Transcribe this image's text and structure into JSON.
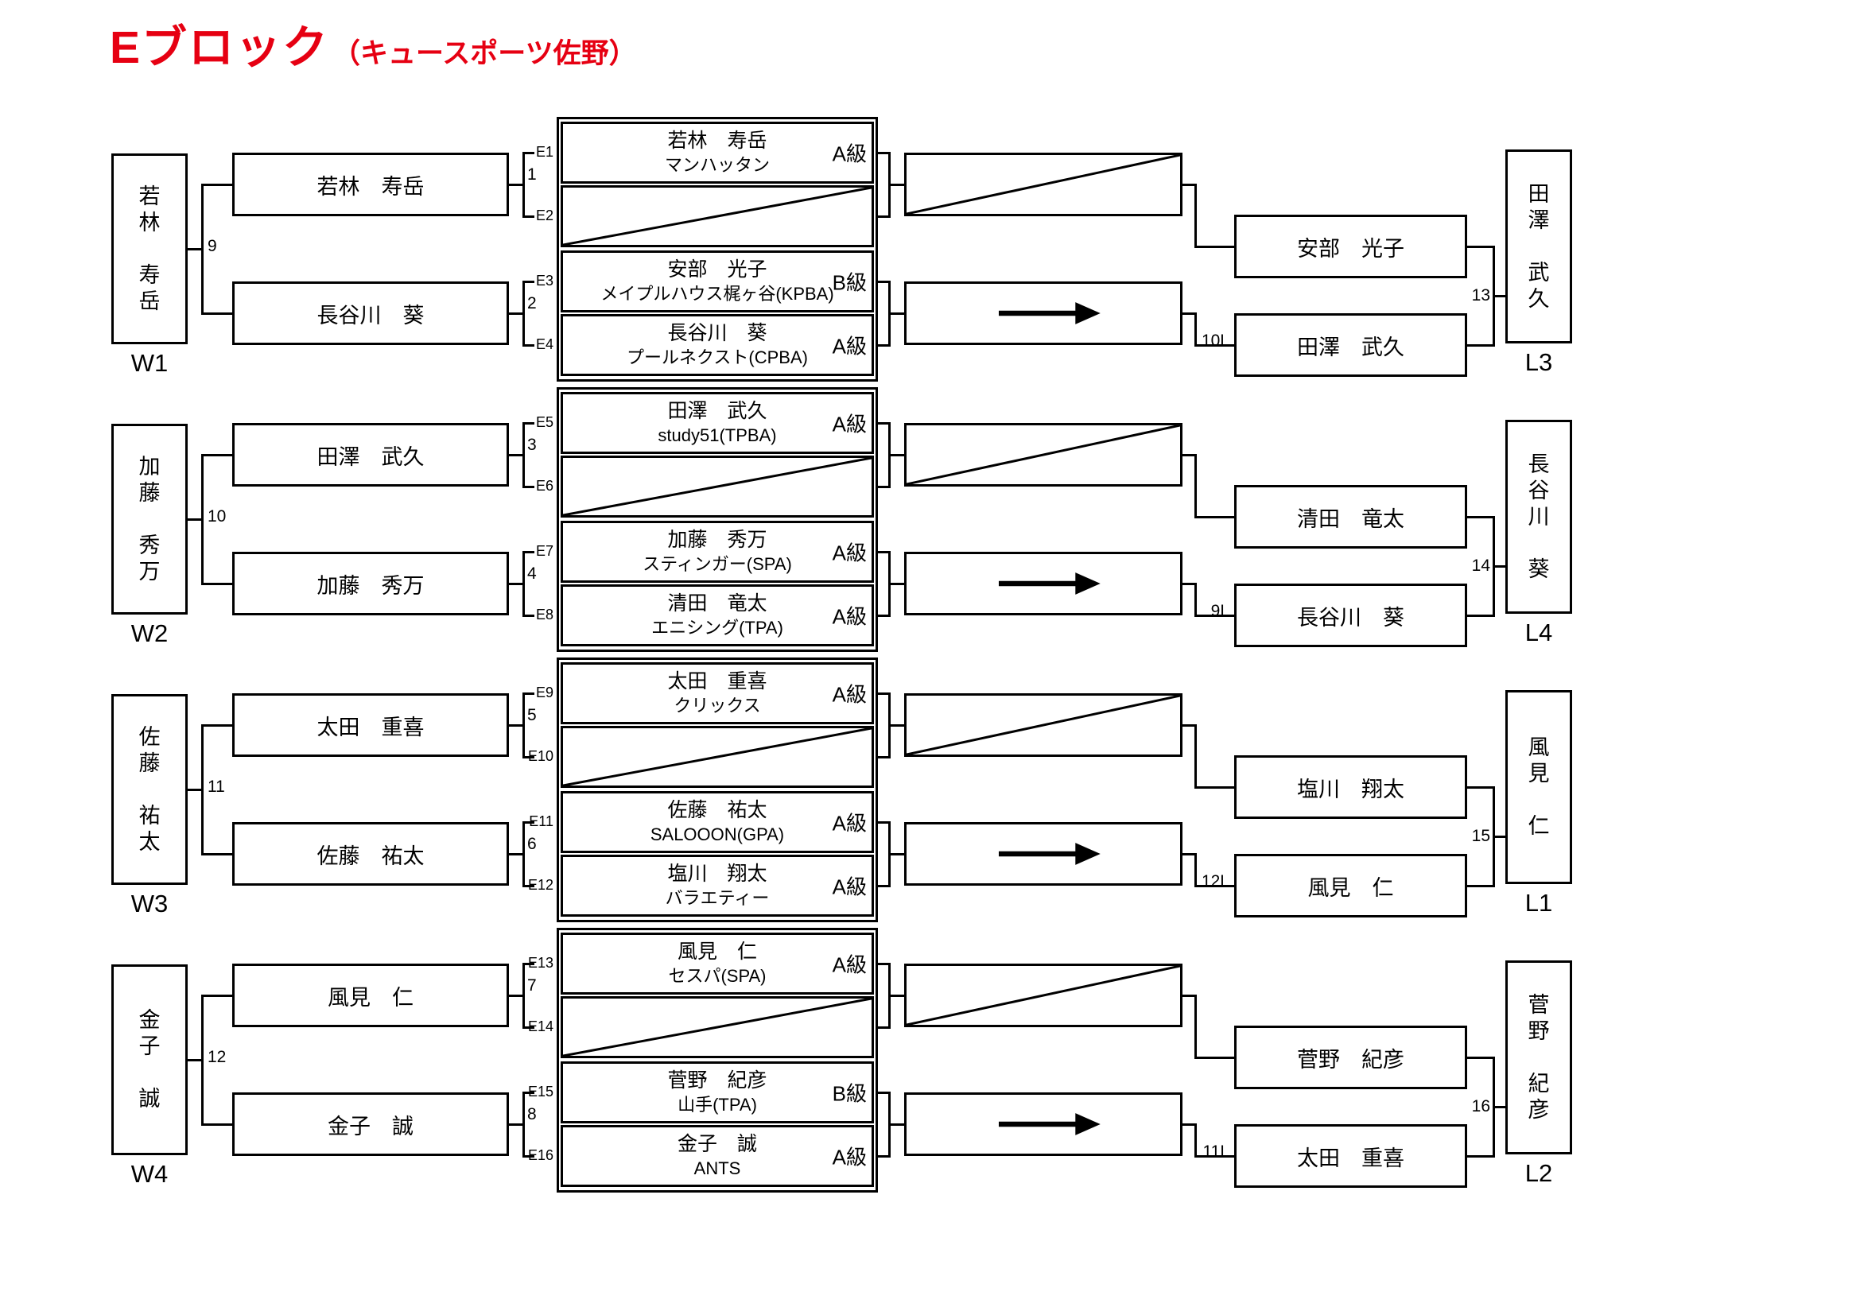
{
  "accent_color": "#e60012",
  "title": {
    "block": "Eブロック",
    "venue": "（キュースポーツ佐野）"
  },
  "sections": [
    {
      "w_name": "若\n林\n\n寿\n岳",
      "w_label": "W1",
      "match_left": "9",
      "f1_name": "若林　寿岳",
      "f1_no": "1",
      "f2_name": "長谷川　葵",
      "f2_no": "2",
      "e1": {
        "id": "E1",
        "name": "若林　寿岳",
        "club": "マンハッタン",
        "rank": "A級"
      },
      "e2": {
        "id": "E2"
      },
      "e3": {
        "id": "E3",
        "name": "安部　光子",
        "club": "メイプルハウス梶ヶ谷(KPBA)",
        "rank": "B級"
      },
      "e4": {
        "id": "E4",
        "name": "長谷川　葵",
        "club": "プールネクスト(CPBA)",
        "rank": "A級"
      },
      "r_top": "安部　光子",
      "r_bottom": "田澤　武久",
      "r_bottom_label": "10L",
      "match_right": "13",
      "l_name": "田\n澤\n\n武\n久",
      "l_label": "L3"
    },
    {
      "w_name": "加\n藤\n\n秀\n万",
      "w_label": "W2",
      "match_left": "10",
      "f1_name": "田澤　武久",
      "f1_no": "3",
      "f2_name": "加藤　秀万",
      "f2_no": "4",
      "e1": {
        "id": "E5",
        "name": "田澤　武久",
        "club": "study51(TPBA)",
        "rank": "A級"
      },
      "e2": {
        "id": "E6"
      },
      "e3": {
        "id": "E7",
        "name": "加藤　秀万",
        "club": "スティンガー(SPA)",
        "rank": "A級"
      },
      "e4": {
        "id": "E8",
        "name": "清田　竜太",
        "club": "エニシング(TPA)",
        "rank": "A級"
      },
      "r_top": "清田　竜太",
      "r_bottom": "長谷川　葵",
      "r_bottom_label": "9L",
      "match_right": "14",
      "l_name": "長\n谷\n川\n\n葵",
      "l_label": "L4"
    },
    {
      "w_name": "佐\n藤\n\n祐\n太",
      "w_label": "W3",
      "match_left": "11",
      "f1_name": "太田　重喜",
      "f1_no": "5",
      "f2_name": "佐藤　祐太",
      "f2_no": "6",
      "e1": {
        "id": "E9",
        "name": "太田　重喜",
        "club": "クリックス",
        "rank": "A級"
      },
      "e2": {
        "id": "E10"
      },
      "e3": {
        "id": "E11",
        "name": "佐藤　祐太",
        "club": "SALOOON(GPA)",
        "rank": "A級"
      },
      "e4": {
        "id": "E12",
        "name": "塩川　翔太",
        "club": "バラエティー",
        "rank": "A級"
      },
      "r_top": "塩川　翔太",
      "r_bottom": "風見　仁",
      "r_bottom_label": "12L",
      "match_right": "15",
      "l_name": "風\n見\n\n仁",
      "l_label": "L1"
    },
    {
      "w_name": "金\n子\n\n誠",
      "w_label": "W4",
      "match_left": "12",
      "f1_name": "風見　仁",
      "f1_no": "7",
      "f2_name": "金子　誠",
      "f2_no": "8",
      "e1": {
        "id": "E13",
        "name": "風見　仁",
        "club": "セスパ(SPA)",
        "rank": "A級"
      },
      "e2": {
        "id": "E14"
      },
      "e3": {
        "id": "E15",
        "name": "菅野　紀彦",
        "club": "山手(TPA)",
        "rank": "B級"
      },
      "e4": {
        "id": "E16",
        "name": "金子　誠",
        "club": "ANTS",
        "rank": "A級"
      },
      "r_top": "菅野　紀彦",
      "r_bottom": "太田　重喜",
      "r_bottom_label": "11L",
      "match_right": "16",
      "l_name": "菅\n野\n\n紀\n彦",
      "l_label": "L2"
    }
  ]
}
